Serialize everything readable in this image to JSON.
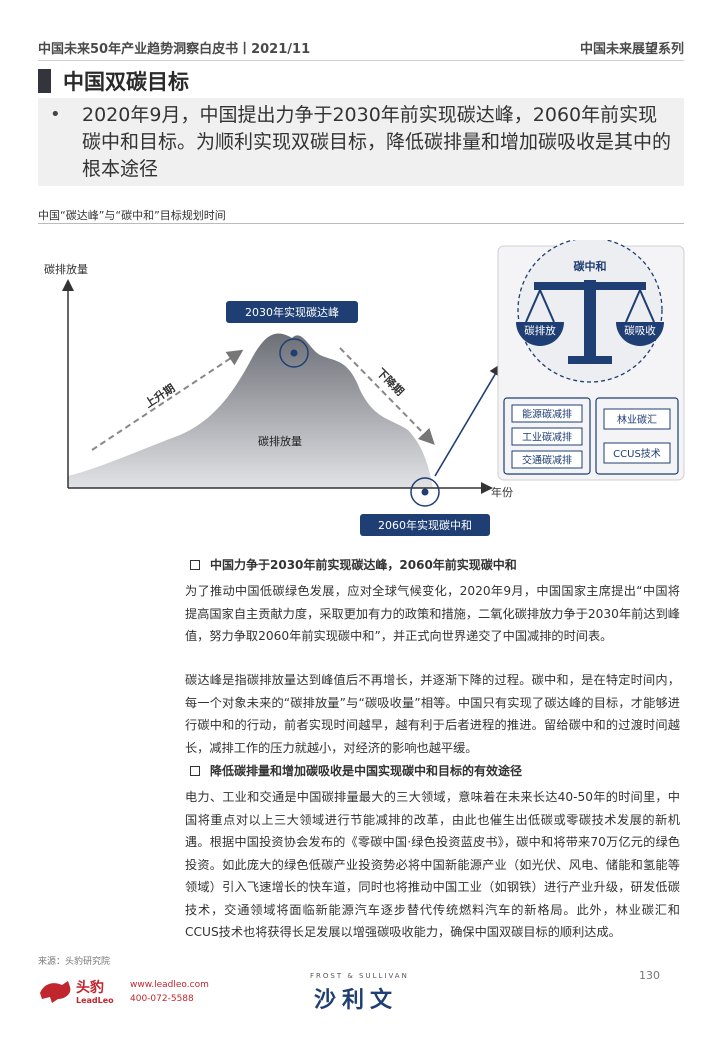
{
  "header": {
    "left": "中国未来50年产业趋势洞察白皮书丨2021/11",
    "right": "中国未来展望系列"
  },
  "section_title": "中国双碳目标",
  "intro": {
    "bullet": "•",
    "text": "2020年9月，中国提出力争于2030年前实现碳达峰，2060年前实现碳中和目标。为顺利实现双碳目标，降低碳排量和增加碳吸收是其中的根本途径"
  },
  "figure": {
    "caption": "中国“碳达峰”与“碳中和”目标规划时间",
    "y_axis_label": "碳排放量",
    "x_axis_label": "年份",
    "area_label": "碳排放量",
    "rise_label": "上升期",
    "fall_label": "下降期",
    "peak_label": "2030年实现碳达峰",
    "neutral_label": "2060年实现碳中和",
    "balance": {
      "title": "碳中和",
      "left_pan": "碳排放",
      "right_pan": "碳吸收",
      "left_items": [
        "能源碳减排",
        "工业碳减排",
        "交通碳减排"
      ],
      "right_items": [
        "林业碳汇",
        "CCUS技术"
      ]
    },
    "colors": {
      "accent_blue": "#1f3e73",
      "area_grey": "#8e9098"
    }
  },
  "sections": [
    {
      "heading": "中国力争于2030年前实现碳达峰，2060年前实现碳中和",
      "paragraphs": [
        "为了推动中国低碳绿色发展，应对全球气候变化，2020年9月，中国国家主席提出“中国将提高国家自主贡献力度，采取更加有力的政策和措施，二氧化碳排放力争于2030年前达到峰值，努力争取2060年前实现碳中和”，并正式向世界递交了中国减排的时间表。",
        "碳达峰是指碳排放量达到峰值后不再增长，并逐渐下降的过程。碳中和，是在特定时间内，每一个对象未来的“碳排放量”与“碳吸收量”相等。中国只有实现了碳达峰的目标，才能够进行碳中和的行动，前者实现时间越早，越有利于后者进程的推进。留给碳中和的过渡时间越长，减排工作的压力就越小，对经济的影响也越平缓。"
      ]
    },
    {
      "heading": "降低碳排量和增加碳吸收是中国实现碳中和目标的有效途径",
      "paragraphs": [
        "电力、工业和交通是中国碳排量最大的三大领域，意味着在未来长达40-50年的时间里，中国将重点对以上三大领域进行节能减排的改革，由此也催生出低碳或零碳技术发展的新机遇。根据中国投资协会发布的《零碳中国·绿色投资蓝皮书》，碳中和将带来70万亿元的绿色投资。如此庞大的绿色低碳产业投资势必将中国新能源产业（如光伏、风电、储能和氢能等领域）引入飞速增长的快车道，同时也将推动中国工业（如钢铁）进行产业升级，研发低碳技术，交通领域将面临新能源汽车逐步替代传统燃料汽车的新格局。此外，林业碳汇和CCUS技术也将获得长足发展以增强碳吸收能力，确保中国双碳目标的顺利达成。"
      ]
    }
  ],
  "footer": {
    "source": "来源：头豹研究院",
    "page": "130",
    "leadleo_cn": "头豹",
    "leadleo_en": "LeadLeo",
    "website": "www.leadleo.com",
    "phone": "400-072-5588",
    "fs_en": "FROST & SULLIVAN",
    "fs_cn": "沙利文"
  }
}
